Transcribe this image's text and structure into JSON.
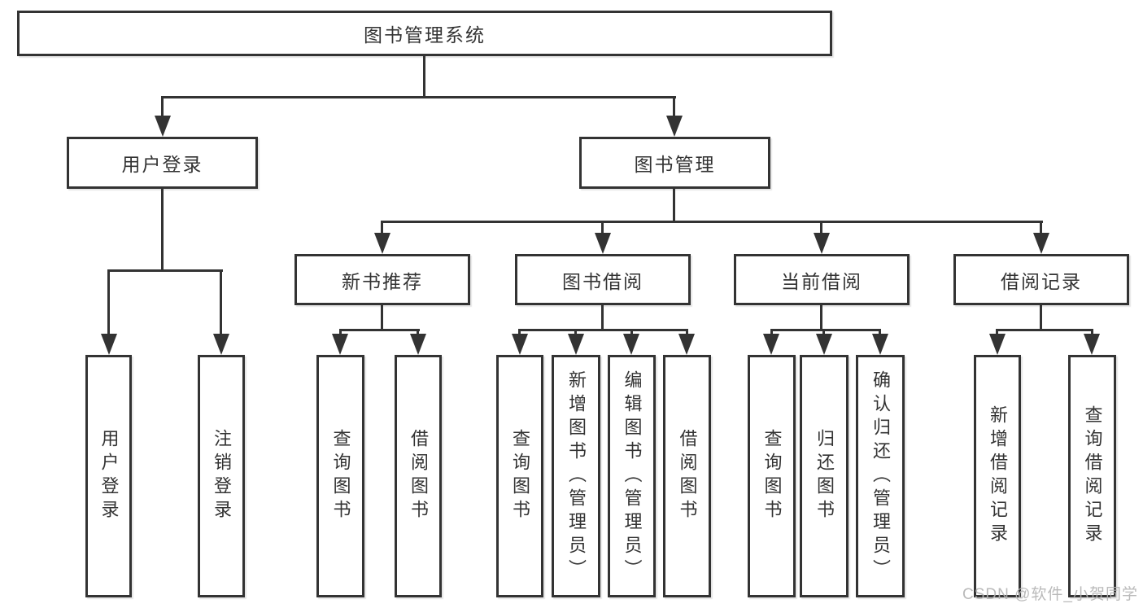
{
  "colors": {
    "line": "#333333",
    "box_background": "#ffffff",
    "text": "#333333",
    "watermark": "#b3b3b3"
  },
  "diagram": {
    "title": "图书管理系统",
    "level2": {
      "user_login": "用户登录",
      "book_management": "图书管理"
    },
    "level3": {
      "new_book_recommend": "新书推荐",
      "book_borrow": "图书借阅",
      "current_borrow": "当前借阅",
      "borrow_records": "借阅记录"
    },
    "leaves": [
      "用户登录",
      "注销登录",
      "查询图书",
      "借阅图书",
      "查询图书",
      "新增图书（管理员）",
      "编辑图书（管理员）",
      "借阅图书",
      "查询图书",
      "归还图书",
      "确认归还（管理员）",
      "新增借阅记录",
      "查询借阅记录"
    ],
    "watermark": "CSDN @软件_小贺同学"
  }
}
